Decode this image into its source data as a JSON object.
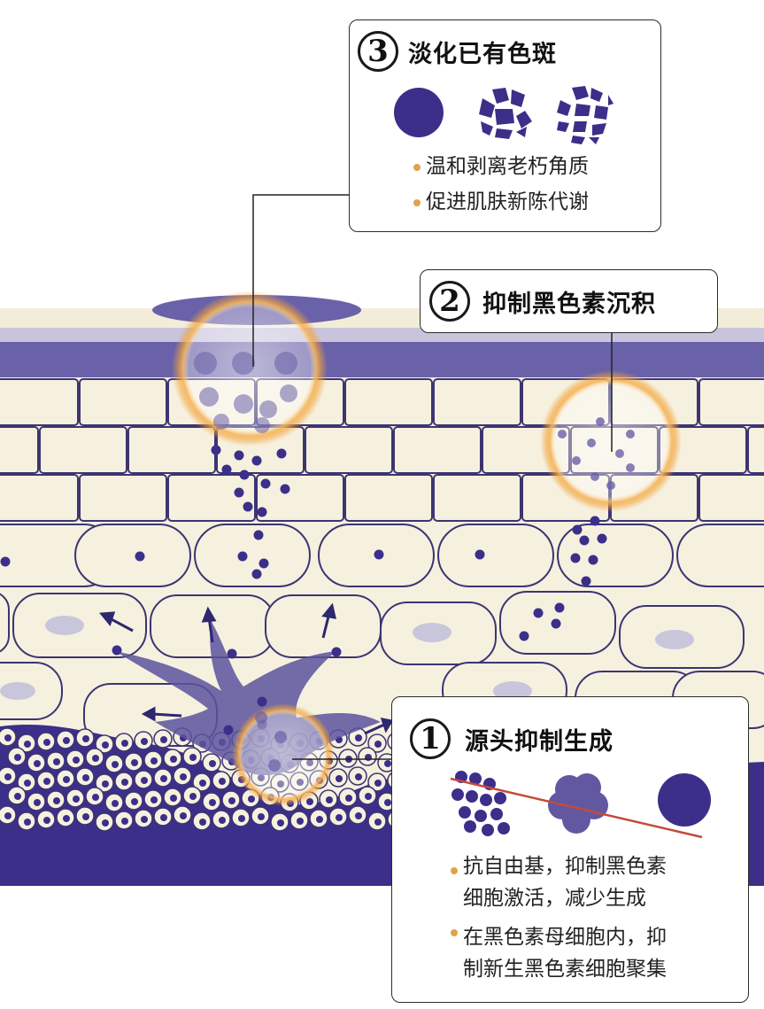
{
  "colors": {
    "melanin": "#3b2f8a",
    "skin_cell": "#f6f0df",
    "cell_outline": "#3b3572",
    "bullet": "#e0a24a",
    "glow": "#f2a23a"
  },
  "step3": {
    "number": "3",
    "title": "淡化已有色斑",
    "bullets": [
      "温和剥离老朽角质",
      "促进肌肤新陈代谢"
    ]
  },
  "step2": {
    "number": "2",
    "title": "抑制黑色素沉积"
  },
  "step1": {
    "number": "1",
    "title": "源头抑制生成",
    "bullets": [
      [
        "抗自由基，抑制黑色素",
        "细胞激活，减少生成"
      ],
      [
        "在黑色素母细胞内，抑",
        "制新生黑色素细胞聚集"
      ]
    ]
  }
}
